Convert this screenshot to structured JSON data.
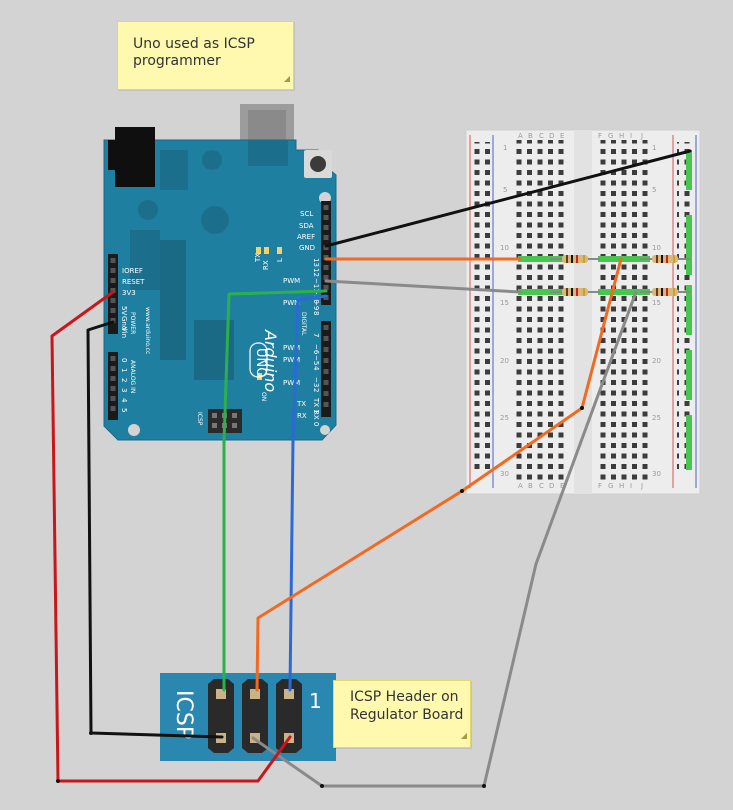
{
  "notes": {
    "uno": "Uno used as ICSP\nprogrammer",
    "header": "ICSP Header on\nRegulator Board"
  },
  "arduino": {
    "brand": "Arduino",
    "model": "UNO",
    "website": "www.arduino.cc",
    "header_right_labels": [
      "SCL",
      "SDA",
      "AREF",
      "GND",
      "13",
      "12",
      "~11",
      "~10",
      "~9",
      "8"
    ],
    "power_labels": [
      "IOREF",
      "RESET",
      "3V3",
      "5V",
      "Gnd",
      "Gnd",
      "Vin"
    ],
    "power_title": "POWER",
    "analog_title": "ANALOG IN",
    "analog_pins": [
      "0",
      "1",
      "2",
      "3",
      "4",
      "5"
    ],
    "digital_title": "DIGITAL",
    "digital_pins": [
      "7",
      "~6",
      "~5",
      "4",
      "~3",
      "2",
      "TX 1",
      "RX 0"
    ],
    "led_labels": [
      "TX",
      "RX",
      "L"
    ],
    "pwm_labels": [
      "PWM",
      "PWM",
      "PWM",
      "PWM",
      "PWM",
      "PWM"
    ],
    "on_label": "ON",
    "icsp_label": "ICSP",
    "tx": "TX",
    "rx": "RX"
  },
  "breadboard": {
    "col_letters_left": [
      "A",
      "B",
      "C",
      "D",
      "E"
    ],
    "col_letters_right": [
      "F",
      "G",
      "H",
      "I",
      "J"
    ],
    "row_numbers": [
      "1",
      "5",
      "10",
      "15",
      "20",
      "25",
      "30"
    ]
  },
  "regulator_header": {
    "label": "ICSP",
    "pin_one": "1"
  },
  "colors": {
    "background": "#d3d3d3",
    "arduino_board": "#1f7fa0",
    "header_board": "#2a87b0",
    "wire_black": "#111111",
    "wire_red": "#c8161a",
    "wire_orange": "#f26a21",
    "wire_gray": "#8a8a8a",
    "wire_green": "#2cb14a",
    "wire_blue": "#2a6ad6",
    "note_fill": "#fff9b0"
  }
}
